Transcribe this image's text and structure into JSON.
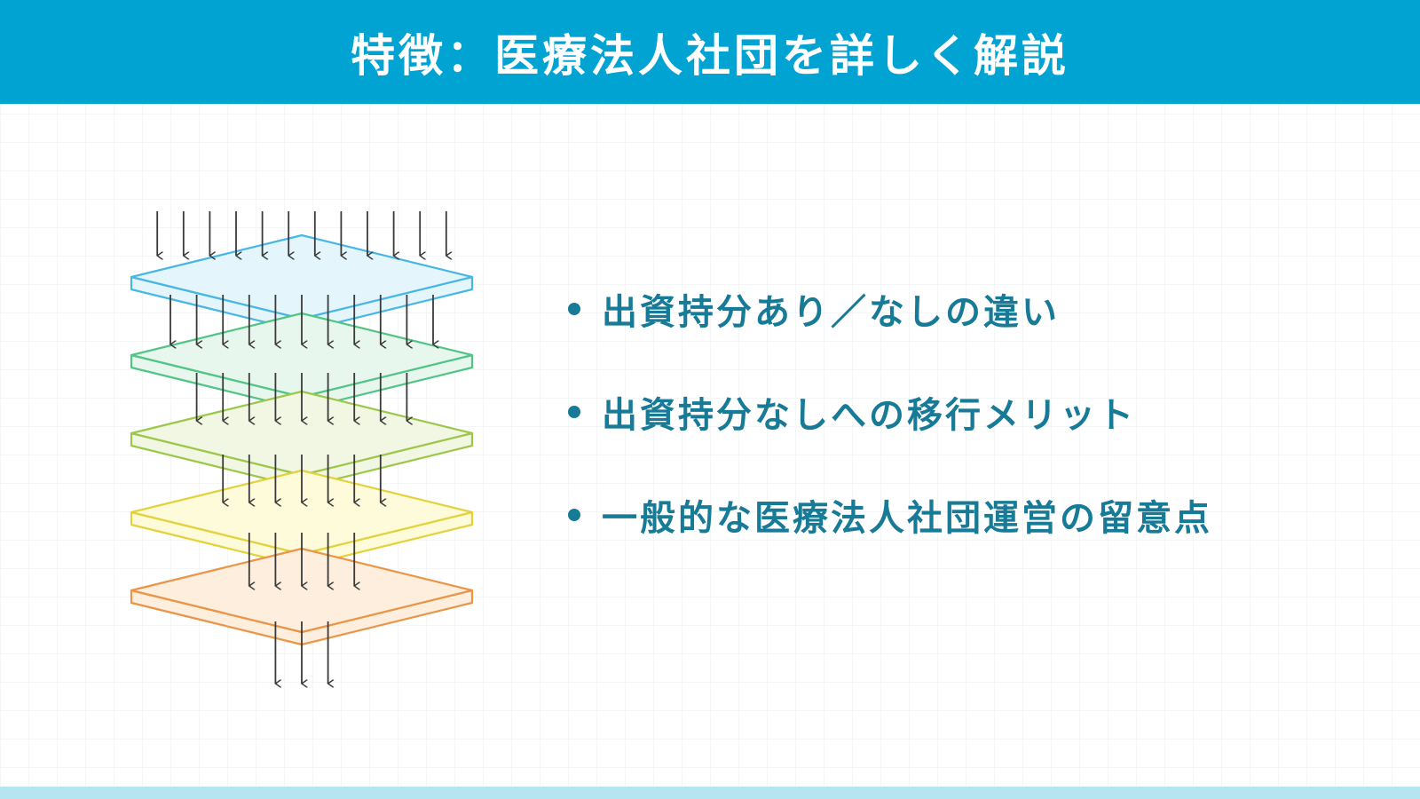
{
  "header": {
    "title": "特徴：医療法人社団を詳しく解説"
  },
  "bullets": [
    "出資持分あり／なしの違い",
    "出資持分なしへの移行メリット",
    "一般的な医療法人社団運営の留意点"
  ],
  "colors": {
    "header_bg": "#00a3d1",
    "bullet_text": "#177a96",
    "footer_band": "#b5e5f1",
    "layers": [
      {
        "fill": "#e4f5fc",
        "stroke": "#48b7e4"
      },
      {
        "fill": "#e7f7ee",
        "stroke": "#52c486"
      },
      {
        "fill": "#f1f7e2",
        "stroke": "#9cc74a"
      },
      {
        "fill": "#fdfbd9",
        "stroke": "#e3d23c"
      },
      {
        "fill": "#fdeede",
        "stroke": "#ea9547"
      }
    ]
  },
  "diagram": {
    "layer_count": 5,
    "arrows_per_stage": [
      12,
      11,
      9,
      7,
      5,
      3
    ]
  }
}
